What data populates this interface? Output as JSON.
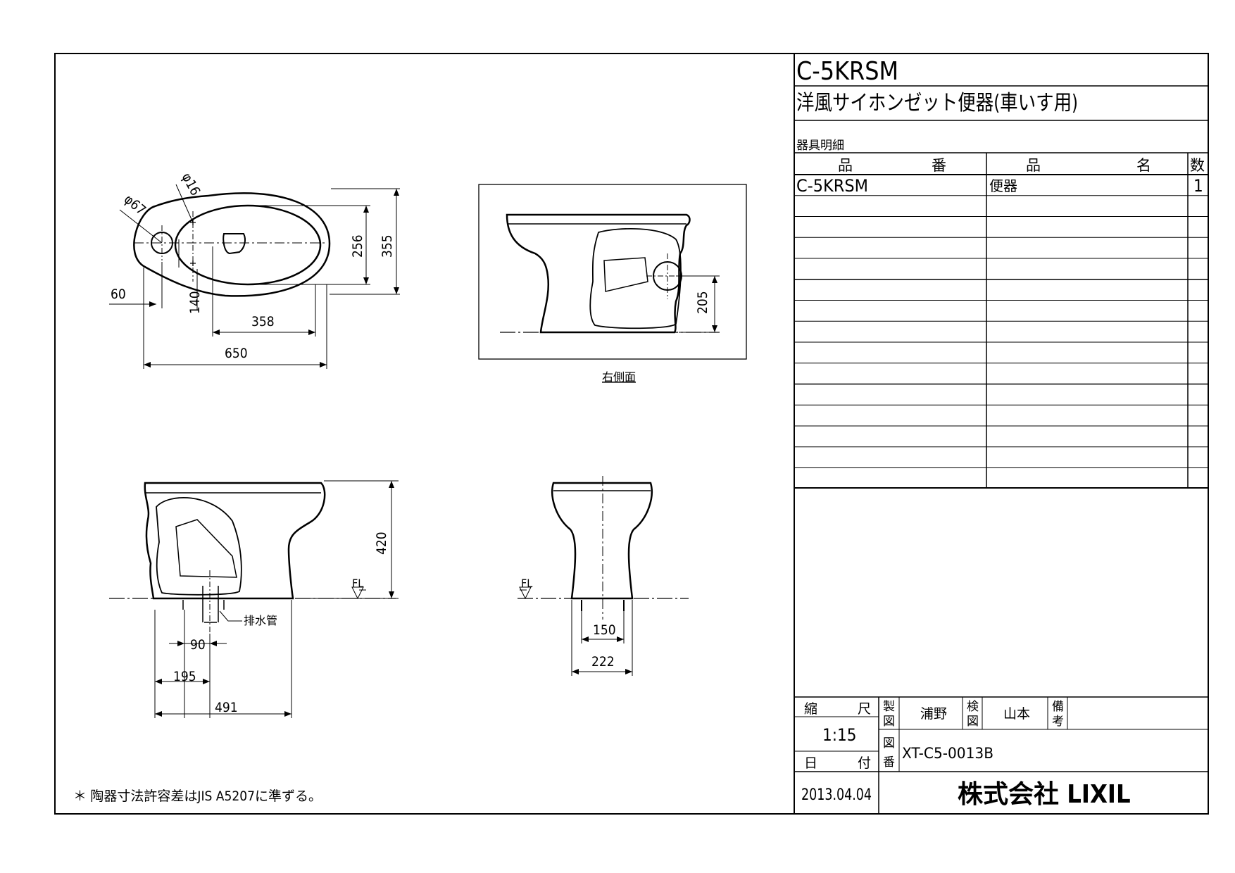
{
  "title_block": {
    "model": "C-5KRSM",
    "product_name": "洋風サイホンゼット便器(車いす用)",
    "parts_list_label": "器具明細",
    "col_part_no_1": "品",
    "col_part_no_2": "番",
    "col_part_name_1": "品",
    "col_part_name_2": "名",
    "col_qty": "数",
    "rows": [
      {
        "part_no": "C-5KRSM",
        "name": "便器",
        "qty": "1"
      }
    ],
    "scale_label_1": "縮",
    "scale_label_2": "尺",
    "scale_value": "1:15",
    "date_label_1": "日",
    "date_label_2": "付",
    "date_value": "2013.04.04",
    "drawn_label_1": "製",
    "drawn_label_2": "図",
    "drawn_by": "浦野",
    "checked_label_1": "検",
    "checked_label_2": "図",
    "checked_by": "山本",
    "remarks_label_1": "備",
    "remarks_label_2": "考",
    "drawing_no_label_1": "図",
    "drawing_no_label_2": "番",
    "drawing_no": "XT-C5-0013B",
    "company": "株式会社 LIXIL"
  },
  "drawing": {
    "top_view": {
      "dim_d67": "φ67",
      "dim_d16": "φ16",
      "dim_256": "256",
      "dim_355": "355",
      "dim_60": "60",
      "dim_140": "140",
      "dim_358": "358",
      "dim_650": "650"
    },
    "right_side_view": {
      "label": "右側面",
      "dim_205": "205"
    },
    "side_view": {
      "dim_420": "420",
      "fl": "FL",
      "drain_label": "排水管",
      "dim_90": "90",
      "dim_195": "195",
      "dim_491": "491"
    },
    "front_view": {
      "fl": "FL",
      "dim_150": "150",
      "dim_222": "222"
    },
    "note": "＊ 陶器寸法許容差はJIS A5207に準ずる。"
  }
}
